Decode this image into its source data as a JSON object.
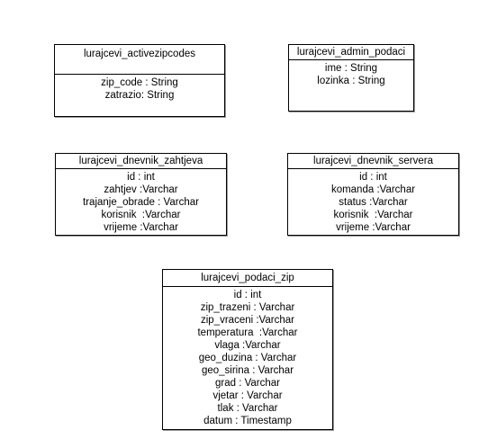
{
  "entities": {
    "activezipcodes": {
      "name": "lurajcevi_activezipcodes",
      "attributes": [
        "zip_code : String",
        "zatrazio: String"
      ]
    },
    "admin_podaci": {
      "name": "lurajcevi_admin_podaci",
      "attributes": [
        "ime : String",
        "lozinka : String"
      ]
    },
    "dnevnik_zahtjeva": {
      "name": "lurajcevi_dnevnik_zahtjeva",
      "attributes": [
        "id : int",
        "zahtjev :Varchar",
        "trajanje_obrade : Varchar",
        "korisnik  :Varchar",
        "vrijeme :Varchar"
      ]
    },
    "dnevnik_servera": {
      "name": "lurajcevi_dnevnik_servera",
      "attributes": [
        "id : int",
        "komanda :Varchar",
        "status :Varchar",
        "korisnik  :Varchar",
        "vrijeme :Varchar"
      ]
    },
    "podaci_zip": {
      "name": "lurajcevi_podaci_zip",
      "attributes": [
        "id : int",
        "zip_trazeni : Varchar",
        "zip_vraceni :Varchar",
        "temperatura  :Varchar",
        "vlaga :Varchar",
        "geo_duzina : Varchar",
        "geo_sirina : Varchar",
        "grad : Varchar",
        "vjetar : Varchar",
        "tlak : Varchar",
        "datum : Timestamp"
      ]
    }
  }
}
